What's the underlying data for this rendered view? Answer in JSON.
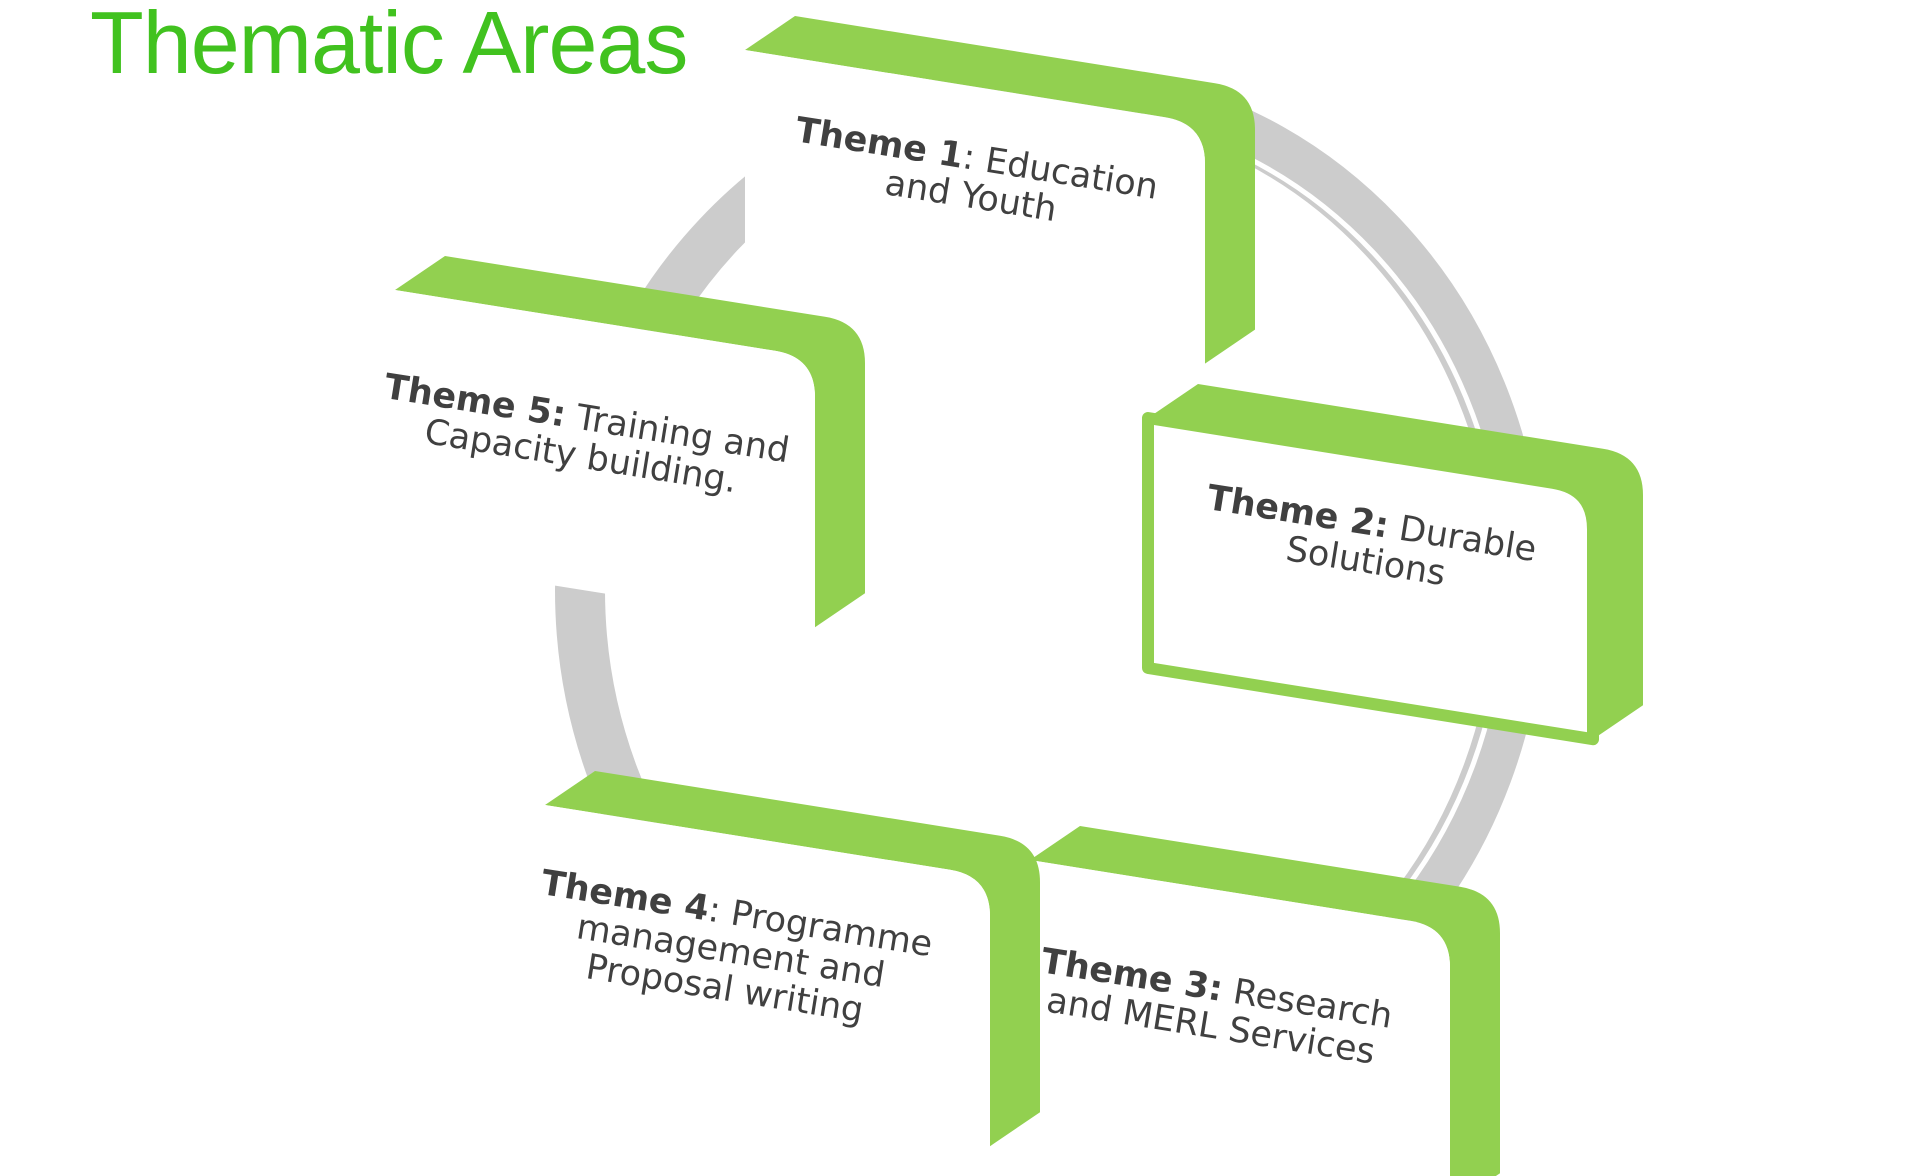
{
  "title": "Thematic Areas",
  "colors": {
    "title": "#41c21f",
    "box_accent": "#92d050",
    "ring": "#cccccc",
    "text": "#404040"
  },
  "themes": [
    {
      "id": 1,
      "bold": "Theme 1",
      "sep": ": ",
      "lines": [
        "Education",
        "and Youth"
      ],
      "highlighted": false
    },
    {
      "id": 2,
      "bold": "Theme 2:",
      "sep": " ",
      "lines": [
        "Durable",
        "Solutions"
      ],
      "highlighted": true
    },
    {
      "id": 3,
      "bold": "Theme 3:",
      "sep": "  ",
      "lines": [
        "Research",
        "and MERL Services"
      ],
      "highlighted": false
    },
    {
      "id": 4,
      "bold": "Theme 4",
      "sep": ":  ",
      "lines": [
        "Programme",
        "management and",
        "Proposal writing"
      ],
      "highlighted": false
    },
    {
      "id": 5,
      "bold": "Theme 5:",
      "sep": " ",
      "lines": [
        "Training and",
        "Capacity building."
      ],
      "highlighted": false
    }
  ]
}
